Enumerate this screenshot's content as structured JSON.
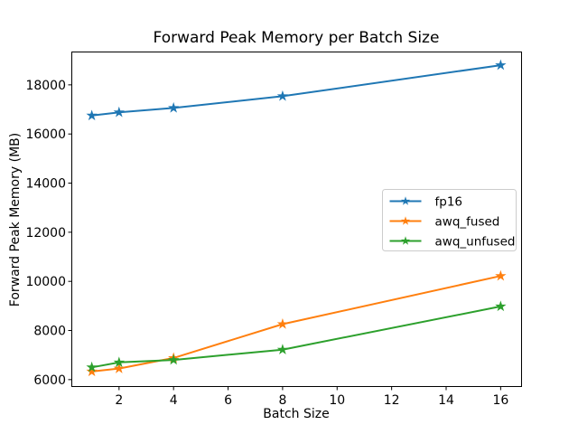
{
  "figure": {
    "background": "#ffffff",
    "spine_color": "#000000",
    "tick_color": "#000000"
  },
  "chart_data": {
    "type": "line",
    "title": "Forward Peak Memory per Batch Size",
    "xlabel": "Batch Size",
    "ylabel": "Forward Peak Memory (MB)",
    "x": [
      1,
      2,
      4,
      8,
      16
    ],
    "series": [
      {
        "name": "fp16",
        "color": "#1f77b4",
        "marker": "star",
        "values": [
          16750,
          16880,
          17060,
          17540,
          18800
        ]
      },
      {
        "name": "awq_fused",
        "color": "#ff7f0e",
        "marker": "star",
        "values": [
          6330,
          6450,
          6880,
          8260,
          10220
        ]
      },
      {
        "name": "awq_unfused",
        "color": "#2ca02c",
        "marker": "star",
        "values": [
          6500,
          6700,
          6800,
          7220,
          8980
        ]
      }
    ],
    "xticks": [
      2,
      4,
      6,
      8,
      10,
      12,
      14,
      16
    ],
    "yticks": [
      6000,
      8000,
      10000,
      12000,
      14000,
      16000,
      18000
    ],
    "xlim": [
      0.25,
      16.75
    ],
    "ylim": [
      5700,
      19320
    ],
    "grid": false,
    "legend_position": "center right",
    "legend_border_color": "#cccccc",
    "legend_background": "#ffffff"
  }
}
